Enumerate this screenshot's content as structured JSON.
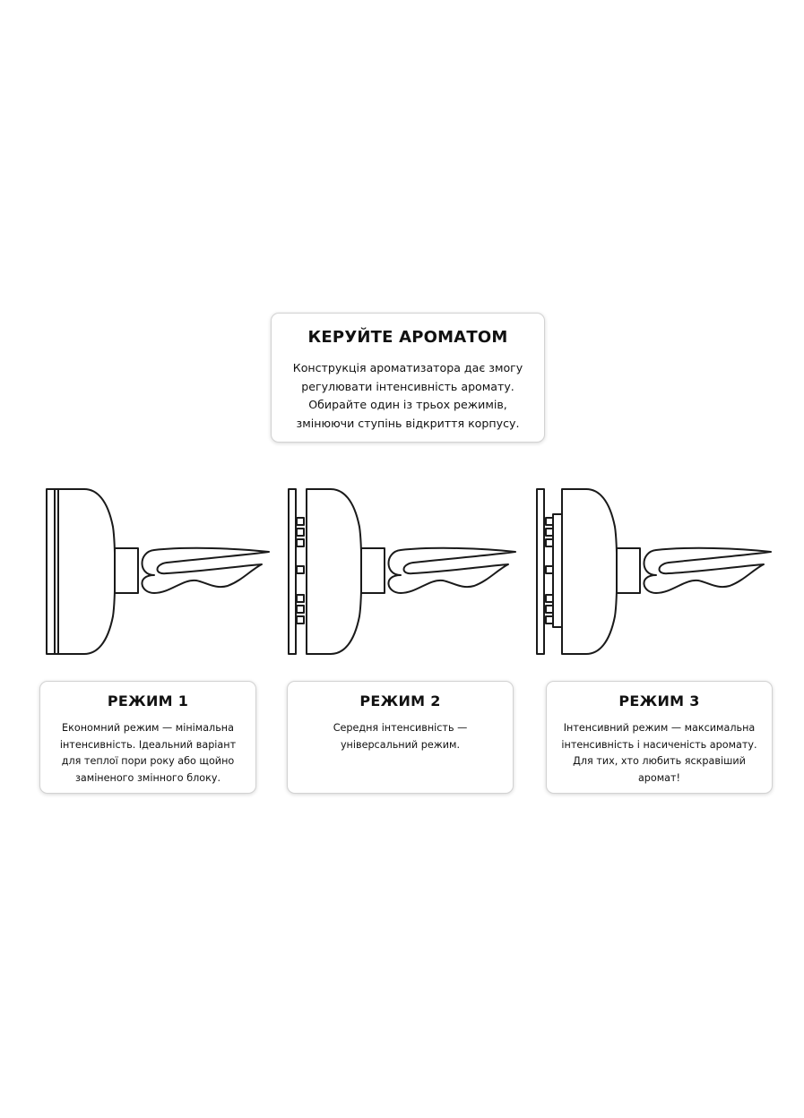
{
  "intro": {
    "title": "КЕРУЙТЕ АРОМАТОМ",
    "lines": [
      "Конструкція ароматизатора дає змогу",
      "регулювати інтенсивність аромату.",
      "Обирайте один із трьох режимів,",
      "змінюючи ступінь відкриття корпусу."
    ]
  },
  "modes": [
    {
      "title": "РЕЖИМ 1",
      "lines": [
        "Економний режим — мінімальна",
        "інтенсивність. Ідеальний варіант",
        "для теплої пори року або щойно",
        "заміненого змінного блоку."
      ]
    },
    {
      "title": "РЕЖИМ 2",
      "lines": [
        "Середня інтенсивність —",
        "універсальний режим."
      ]
    },
    {
      "title": "РЕЖИМ 3",
      "lines": [
        "Інтенсивний режим — максимальна",
        "інтенсивність і насиченість аромату.",
        "Для тих, хто любить яскравіший",
        "аромат!"
      ]
    }
  ],
  "colors": {
    "text": "#111111",
    "line_art": "#1a1a1a",
    "card_border": "#d2d2d2",
    "background": "#ffffff"
  },
  "icons": [
    "air-freshener-closed-icon",
    "air-freshener-half-open-icon",
    "air-freshener-open-icon"
  ]
}
